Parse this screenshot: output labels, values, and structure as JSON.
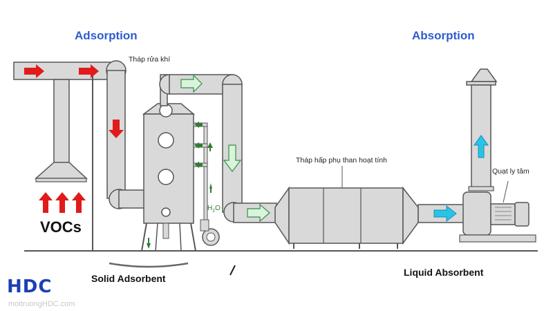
{
  "labels": {
    "adsorption": "Adsorption",
    "absorption": "Absorption",
    "scrubber_tower": "Tháp rửa khí",
    "carbon_tower": "Tháp hấp phụ than hoạt tính",
    "centrifugal_fan": "Quạt ly tâm",
    "vocs": "VOCs",
    "water": "H",
    "water_sub": "2",
    "water_o": "O",
    "solid_absorbent": "Solid Adsorbent",
    "liquid_absorbent": "Liquid Absorbent",
    "logo": "HDC",
    "website": "moitruongHDC.com"
  },
  "colors": {
    "pipe_fill": "#d9d9d9",
    "pipe_stroke": "#555555",
    "arrow_red": "#e01b1b",
    "arrow_green": "#2e7d32",
    "arrow_light_green": "#d8f5dc",
    "arrow_cyan": "#29c3e8",
    "title_blue": "#2f5bd1"
  }
}
